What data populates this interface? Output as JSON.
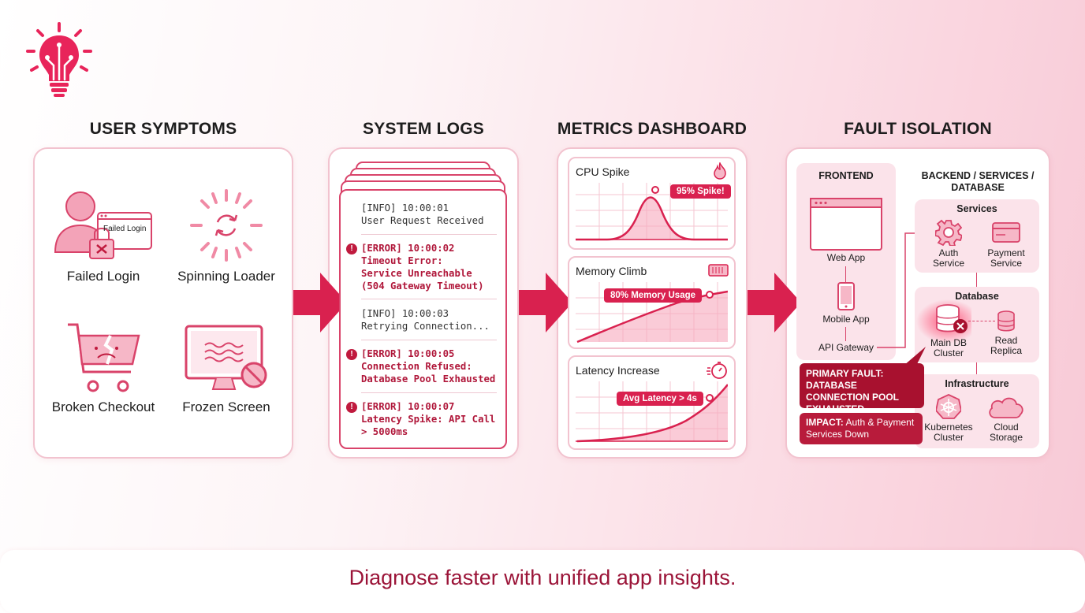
{
  "columns": {
    "symptoms_title": "USER SYMPTOMS",
    "logs_title": "SYSTEM LOGS",
    "metrics_title": "METRICS DASHBOARD",
    "fault_title": "FAULT ISOLATION"
  },
  "symptoms": {
    "failed_login": "Failed Login",
    "failed_login_popup": "Failed Login",
    "spinning_loader": "Spinning Loader",
    "broken_checkout": "Broken Checkout",
    "frozen_screen": "Frozen Screen"
  },
  "logs": [
    {
      "level": "info",
      "line1": "[INFO] 10:00:01",
      "line2": "User Request Received"
    },
    {
      "level": "error",
      "line1": "[ERROR] 10:00:02",
      "line2": "Timeout Error:",
      "line3": "Service Unreachable",
      "line4": "(504 Gateway Timeout)"
    },
    {
      "level": "info",
      "line1": "[INFO] 10:00:03",
      "line2": "Retrying Connection..."
    },
    {
      "level": "error",
      "line1": "[ERROR] 10:00:05",
      "line2": "Connection Refused:",
      "line3": "Database Pool Exhausted"
    },
    {
      "level": "error",
      "line1": "[ERROR] 10:00:07",
      "line2": "Latency Spike: API Call",
      "line3": "> 5000ms"
    }
  ],
  "metrics": {
    "cpu": {
      "title": "CPU Spike",
      "tag": "95% Spike!"
    },
    "memory": {
      "title": "Memory Climb",
      "tag": "80% Memory Usage"
    },
    "latency": {
      "title": "Latency Increase",
      "tag": "Avg Latency > 4s"
    }
  },
  "fault": {
    "frontend_head": "FRONTEND",
    "backend_head": "BACKEND / SERVICES / DATABASE",
    "web_app": "Web App",
    "mobile_app": "Mobile App",
    "api_gateway": "API Gateway",
    "services_head": "Services",
    "auth_service": "Auth Service",
    "payment_service": "Payment Service",
    "database_head": "Database",
    "main_db": "Main DB Cluster",
    "read_replica": "Read Replica",
    "infra_head": "Infrastructure",
    "kubernetes": "Kubernetes Cluster",
    "cloud_storage": "Cloud Storage",
    "primary_fault": "PRIMARY FAULT: DATABASE CONNECTION POOL EXHAUSTED",
    "impact_label": "IMPACT:",
    "impact_text": "Auth & Payment Services Down"
  },
  "tagline": "Diagnose faster with unified app insights.",
  "colors": {
    "accent": "#d9214f",
    "dark_accent": "#a8112f",
    "tagline": "#9b1438"
  }
}
